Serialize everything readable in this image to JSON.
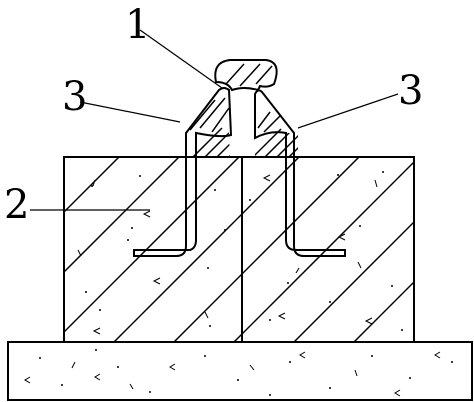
{
  "labels": [
    {
      "id": "label-1",
      "text": "1"
    },
    {
      "id": "label-2",
      "text": "2"
    },
    {
      "id": "label-3-left",
      "text": "3"
    },
    {
      "id": "label-3-right",
      "text": "3"
    }
  ]
}
